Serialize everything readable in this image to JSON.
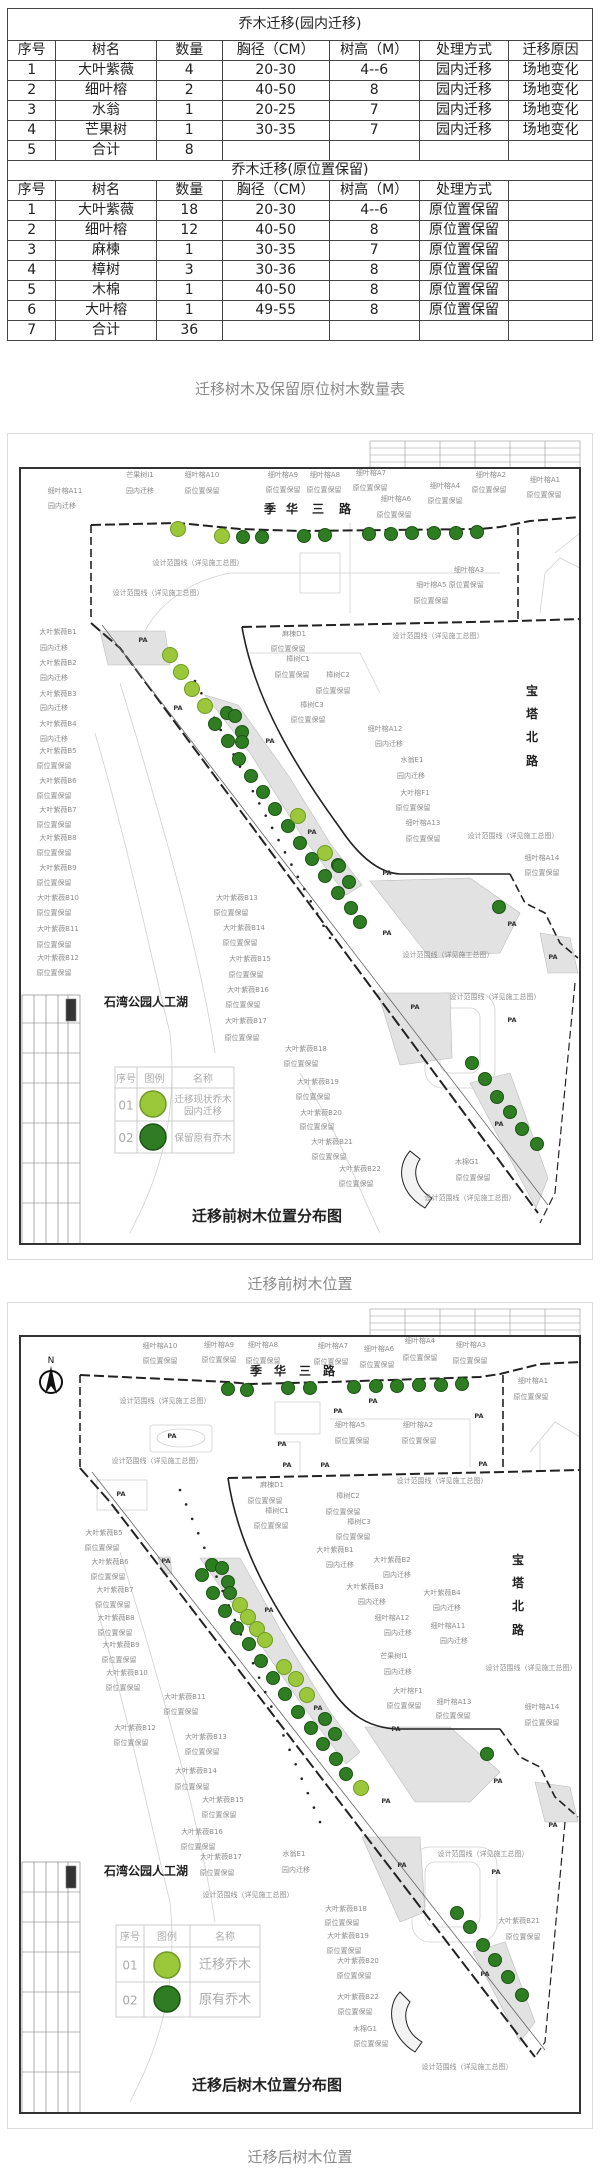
{
  "table": {
    "section1_title": "乔木迁移(园内迁移)",
    "section1_headers": [
      "序号",
      "树名",
      "数量",
      "胸径（CM）",
      "树高（M）",
      "处理方式",
      "迁移原因"
    ],
    "section1_rows": [
      [
        "1",
        "大叶紫薇",
        "4",
        "20-30",
        "4--6",
        "园内迁移",
        "场地变化"
      ],
      [
        "2",
        "细叶榕",
        "2",
        "40-50",
        "8",
        "园内迁移",
        "场地变化"
      ],
      [
        "3",
        "水翁",
        "1",
        "20-25",
        "7",
        "园内迁移",
        "场地变化"
      ],
      [
        "4",
        "芒果树",
        "1",
        "30-35",
        "7",
        "园内迁移",
        "场地变化"
      ],
      [
        "5",
        "合计",
        "8",
        "",
        "",
        "",
        ""
      ]
    ],
    "section2_title": "乔木迁移(原位置保留)",
    "section2_headers": [
      "序号",
      "树名",
      "数量",
      "胸径（CM）",
      "树高（M）",
      "处理方式",
      ""
    ],
    "section2_rows": [
      [
        "1",
        "大叶紫薇",
        "18",
        "20-30",
        "4--6",
        "原位置保留",
        ""
      ],
      [
        "2",
        "细叶榕",
        "12",
        "40-50",
        "8",
        "原位置保留",
        ""
      ],
      [
        "3",
        "麻楝",
        "1",
        "30-35",
        "7",
        "原位置保留",
        ""
      ],
      [
        "4",
        "樟树",
        "3",
        "30-36",
        "8",
        "原位置保留",
        ""
      ],
      [
        "5",
        "木棉",
        "1",
        "40-50",
        "8",
        "原位置保留",
        ""
      ],
      [
        "6",
        "大叶榕",
        "1",
        "49-55",
        "8",
        "原位置保留",
        ""
      ],
      [
        "7",
        "合计",
        "36",
        "",
        "",
        "",
        ""
      ]
    ]
  },
  "captions": {
    "table": "迁移树木及保留原位树木数量表",
    "map_before": "迁移前树木位置",
    "map_after": "迁移后树木位置"
  },
  "colors": {
    "migrated_tree": "#9bc83a",
    "retained_tree": "#2f7d22"
  },
  "map_before": {
    "title": "迁移前树木位置分布图",
    "lake": "石湾公园人工湖",
    "road_top": [
      "季",
      "华",
      "三",
      "路"
    ],
    "road_right": [
      "宝",
      "塔",
      "北",
      "路"
    ],
    "pa": "PA",
    "legend": {
      "headers": [
        "序号",
        "图例",
        "名称"
      ],
      "rows": [
        {
          "no": "01",
          "name_lines": [
            "迁移现状乔木",
            "园内迁移"
          ]
        },
        {
          "no": "02",
          "name_lines": [
            "保留原有乔木"
          ]
        }
      ]
    },
    "labels": [
      "芒果树I1",
      "园内迁移",
      "细叶榕A11",
      "园内迁移",
      "细叶榕A10",
      "原位置保留",
      "细叶榕A9",
      "原位置保留",
      "细叶榕A8",
      "原位置保留",
      "细叶榕A7",
      "原位置保留",
      "细叶榕A6",
      "原位置保留",
      "细叶榕A4",
      "原位置保留",
      "细叶榕A2",
      "原位置保留",
      "细叶榕A1",
      "原位置保留",
      "设计范围线（详见施工总图）",
      "设计范围线（详见施工总图）",
      "设计范围线（详见施工总图）",
      "细叶榕A3",
      "细叶榕A5 原位置保留",
      "原位置保留",
      "大叶紫薇B1",
      "园内迁移",
      "大叶紫薇B2",
      "园内迁移",
      "大叶紫薇B3",
      "园内迁移",
      "大叶紫薇B4",
      "园内迁移",
      "大叶紫薇B5",
      "原位置保留",
      "大叶紫薇B6",
      "原位置保留",
      "大叶紫薇B7",
      "原位置保留",
      "大叶紫薇B8",
      "原位置保留",
      "大叶紫薇B9",
      "原位置保留",
      "大叶紫薇B10",
      "原位置保留",
      "大叶紫薇B11",
      "原位置保留",
      "大叶紫薇B12",
      "原位置保留",
      "麻楝D1",
      "原位置保留",
      "樟树C1",
      "原位置保留",
      "樟树C2",
      "原位置保留",
      "樟树C3",
      "原位置保留",
      "细叶榕A12",
      "园内迁移",
      "水翁E1",
      "园内迁移",
      "大叶榕F1",
      "原位置保留",
      "细叶榕A13",
      "原位置保留",
      "设计范围线（详见施工总图）",
      "细叶榕A14",
      "原位置保留",
      "大叶紫薇B13",
      "原位置保留",
      "大叶紫薇B14",
      "原位置保留",
      "大叶紫薇B15",
      "原位置保留",
      "大叶紫薇B16",
      "原位置保留",
      "大叶紫薇B17",
      "原位置保留",
      "大叶紫薇B18",
      "原位置保留",
      "大叶紫薇B19",
      "原位置保留",
      "大叶紫薇B20",
      "原位置保留",
      "大叶紫薇B21",
      "原位置保留",
      "大叶紫薇B22",
      "原位置保留",
      "木棉G1",
      "原位置保留",
      "设计范围线（详见施工总图）",
      "设计范围线（详见施工总图）",
      "设计范围线（详见施工总图）"
    ]
  },
  "map_after": {
    "title": "迁移后树木位置分布图",
    "lake": "石湾公园人工湖",
    "north": "N",
    "road_top": [
      "季",
      "华",
      "三",
      "路"
    ],
    "road_right": [
      "宝",
      "塔",
      "北",
      "路"
    ],
    "pa": "PA",
    "legend": {
      "headers": [
        "序号",
        "图例",
        "名称"
      ],
      "rows": [
        {
          "no": "01",
          "name_lines": [
            "迁移乔木"
          ]
        },
        {
          "no": "02",
          "name_lines": [
            "原有乔木"
          ]
        }
      ]
    },
    "labels": [
      "细叶榕A10",
      "原位置保留",
      "细叶榕A9",
      "原位置保留",
      "细叶榕A8",
      "原位置保留",
      "细叶榕A7",
      "原位置保留",
      "细叶榕A6",
      "原位置保留",
      "细叶榕A4",
      "原位置保留",
      "细叶榕A3",
      "原位置保留",
      "细叶榕A1",
      "原位置保留",
      "设计范围线（详见施工总图）",
      "设计范围线（详见施工总图）",
      "设计范围线（详见施工总图）",
      "设计范围线（详见施工总图）",
      "细叶榕A5",
      "原位置保留",
      "细叶榕A2",
      "原位置保留",
      "大叶紫薇B5",
      "原位置保留",
      "大叶紫薇B6",
      "原位置保留",
      "大叶紫薇B7",
      "原位置保留",
      "大叶紫薇B8",
      "原位置保留",
      "大叶紫薇B9",
      "原位置保留",
      "大叶紫薇B10",
      "原位置保留",
      "大叶紫薇B11",
      "原位置保留",
      "麻楝D1",
      "原位置保留",
      "樟树C1",
      "原位置保留",
      "樟树C2",
      "原位置保留",
      "樟树C3",
      "原位置保留",
      "大叶紫薇B1",
      "园内迁移",
      "大叶紫薇B2",
      "园内迁移",
      "大叶紫薇B3",
      "园内迁移",
      "大叶紫薇B4",
      "园内迁移",
      "细叶榕A12",
      "园内迁移",
      "细叶榕A11",
      "园内迁移",
      "芒果树I1",
      "园内迁移",
      "大叶榕F1",
      "原位置保留",
      "细叶榕A13",
      "原位置保留",
      "细叶榕A14",
      "原位置保留",
      "大叶紫薇B12",
      "原位置保留",
      "大叶紫薇B13",
      "原位置保留",
      "大叶紫薇B14",
      "原位置保留",
      "大叶紫薇B15",
      "原位置保留",
      "大叶紫薇B16",
      "原位置保留",
      "大叶紫薇B17",
      "原位置保留",
      "水翁E1",
      "园内迁移",
      "设计范围线（详见施工总图）",
      "设计范围线（详见施工总图）",
      "设计范围线（详见施工总图）",
      "大叶紫薇B18",
      "原位置保留",
      "大叶紫薇B19",
      "原位置保留",
      "大叶紫薇B20",
      "原位置保留",
      "大叶紫薇B21",
      "原位置保留",
      "大叶紫薇B22",
      "原位置保留",
      "木棉G1",
      "原位置保留"
    ]
  }
}
